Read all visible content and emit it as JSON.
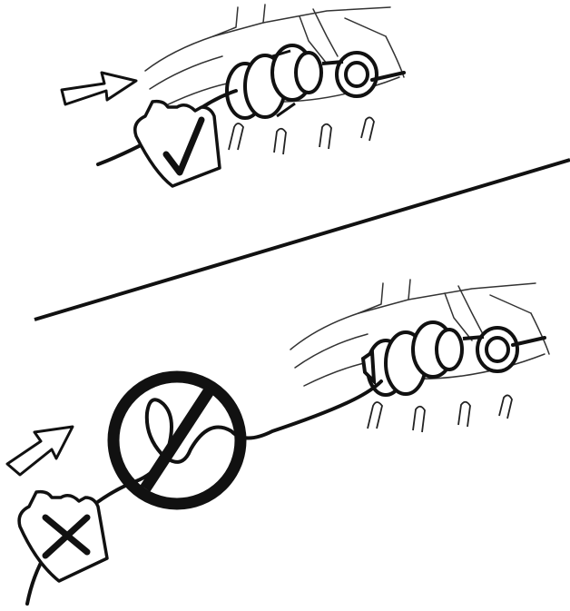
{
  "colors": {
    "ink": "#111111",
    "paper": "#ffffff",
    "sketch": "#333333"
  },
  "panels": [
    {
      "id": "correct",
      "icon": "checkmark-hand-icon",
      "meaning": "correct"
    },
    {
      "id": "incorrect",
      "icon": "cross-hand-icon",
      "meaning": "incorrect"
    }
  ]
}
